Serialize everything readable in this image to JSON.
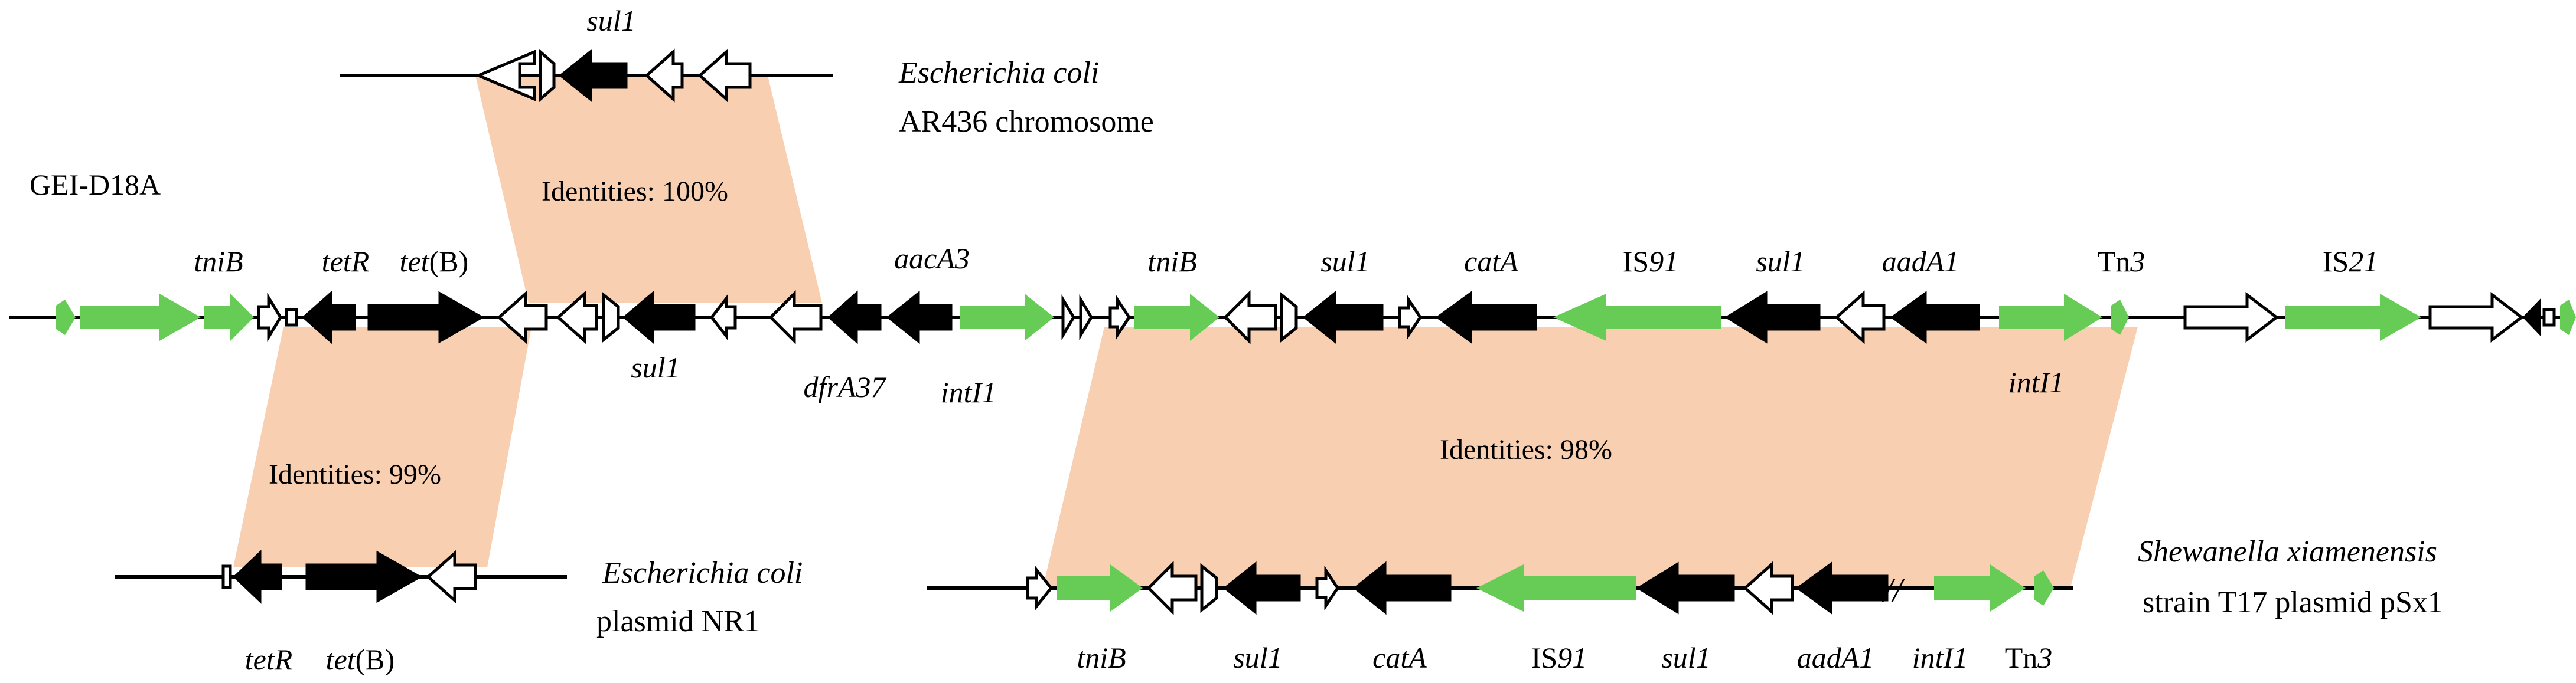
{
  "colors": {
    "green": "#66cc55",
    "black": "#000000",
    "white": "#ffffff",
    "identity_fill": "#f8cfb0",
    "line": "#000000"
  },
  "labels": {
    "main_name": "GEI-D18A",
    "top_species": "Escherichia coli",
    "top_desc": "AR436 chromosome",
    "bl_species": "Escherichia coli",
    "bl_desc": "plasmid NR1",
    "br_species": "Shewanella xiamenensis",
    "br_desc": "strain T17 plasmid pSx1",
    "identity_top": "Identities: 100%",
    "identity_left": "Identities: 99%",
    "identity_right": "Identities: 98%"
  },
  "gene_labels": {
    "top_sul1": "sul1",
    "m_tniB_1": "tniB",
    "m_tetR": "tetR",
    "m_tetB_pre": "tet",
    "m_tetB_post": "(B)",
    "m_sul1_1": "sul1",
    "m_dfrA37": "dfrA37",
    "m_aacA3": "aacA3",
    "m_intI1_1": "intI1",
    "m_tniB_2": "tniB",
    "m_sul1_2": "sul1",
    "m_catA": "catA",
    "m_IS91_pre": "IS",
    "m_IS91_post": "91",
    "m_sul1_3": "sul1",
    "m_aadA1": "aadA1",
    "m_Tn3_pre": "Tn",
    "m_Tn3_post": "3",
    "m_IS21_pre": "IS",
    "m_IS21_post": "21",
    "m_intI1_2": "intI1",
    "bl_tetR": "tetR",
    "bl_tetB_pre": "tet",
    "bl_tetB_post": "(B)",
    "br_tniB": "tniB",
    "br_sul1_1": "sul1",
    "br_catA": "catA",
    "br_IS91_pre": "IS",
    "br_IS91_post": "91",
    "br_sul1_2": "sul1",
    "br_aadA1": "aadA1",
    "br_intI1": "intI1",
    "br_Tn3_pre": "Tn",
    "br_Tn3_post": "3"
  },
  "break_mark": "//"
}
